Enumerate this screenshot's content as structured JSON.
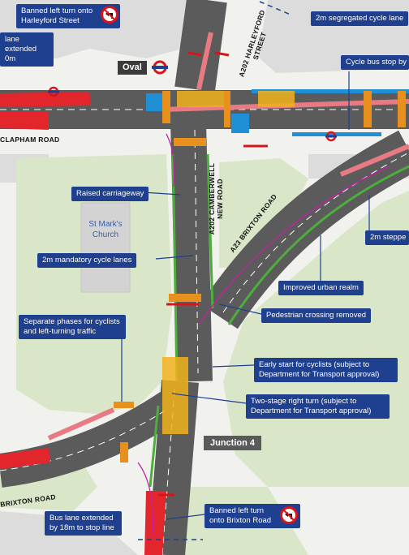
{
  "station_label": "Oval",
  "junction_label": "Junction 4",
  "church_label": [
    "St Mark's",
    "Church"
  ],
  "roads": {
    "clapham": "CLAPHAM ROAD",
    "brixton_lower": "BRIXTON ROAD",
    "brixton_upper": "A23 BRIXTON ROAD",
    "harleyford": [
      "A202 HARLEYFORD",
      "STREET"
    ],
    "camberwell": [
      "A202 CAMBERWELL",
      "NEW ROAD"
    ]
  },
  "callouts": {
    "banned_harleyford": [
      "Banned left turn onto",
      "Harleyford Street"
    ],
    "bus_lane_top": [
      "lane extended",
      "0m"
    ],
    "cycle_lane_2m": [
      "2m segregated cycle lane"
    ],
    "cycle_bus_stop": [
      "Cycle bus stop by"
    ],
    "raised_carriageway": [
      "Raised carriageway"
    ],
    "stepped": [
      "2m steppe"
    ],
    "mandatory_lanes": [
      "2m mandatory cycle lanes"
    ],
    "urban_realm": [
      "Improved urban realm"
    ],
    "crossing_removed": [
      "Pedestrian crossing removed"
    ],
    "separate_phases": [
      "Separate phases for cyclists",
      "and left-turning traffic"
    ],
    "early_start": [
      "Early start for cyclists (subject to",
      "Department for Transport approval)"
    ],
    "two_stage": [
      "Two-stage right turn (subject to",
      "Department for Transport approval)"
    ],
    "bus_lane_bottom": [
      "Bus lane extended",
      "by 18m to stop line"
    ],
    "banned_brixton": [
      "Banned left turn",
      "onto Brixton Road"
    ]
  },
  "colors": {
    "road": "#5b5b5b",
    "park": "#d9e6c8",
    "building": "#dcdcdc",
    "pavement": "#f1f1ee",
    "bus_lane": "#e3262b",
    "cycle_lane": "#1f8fd6",
    "cycle_track": "#e87a83",
    "callout": "#1f3f8f",
    "yellow_box": "#f1b21b",
    "ban_red": "#d8141b"
  }
}
